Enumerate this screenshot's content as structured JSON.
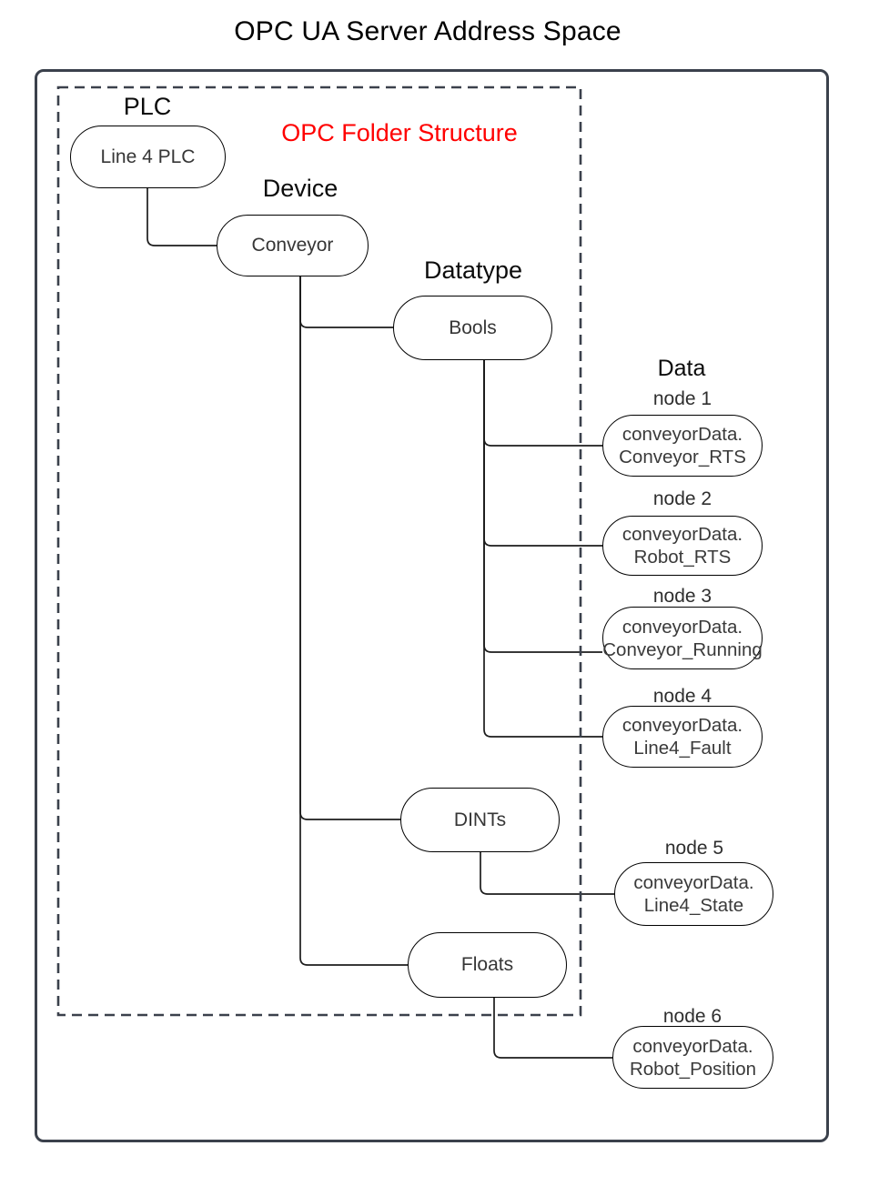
{
  "title": "OPC UA Server Address Space",
  "legend": {
    "folder_structure_label": "OPC Folder Structure"
  },
  "headers": {
    "plc": "PLC",
    "device": "Device",
    "datatype": "Datatype",
    "data": "Data"
  },
  "folder_nodes": {
    "plc": "Line 4 PLC",
    "device": "Conveyor",
    "datatypes": {
      "bools": "Bools",
      "dints": "DINTs",
      "floats": "Floats"
    }
  },
  "data_nodes": [
    {
      "label": "node 1",
      "line1": "conveyorData.",
      "line2": "Conveyor_RTS",
      "parent": "Bools"
    },
    {
      "label": "node 2",
      "line1": "conveyorData.",
      "line2": "Robot_RTS",
      "parent": "Bools"
    },
    {
      "label": "node 3",
      "line1": "conveyorData.",
      "line2": "Conveyor_Running",
      "parent": "Bools"
    },
    {
      "label": "node 4",
      "line1": "conveyorData.",
      "line2": "Line4_Fault",
      "parent": "Bools"
    },
    {
      "label": "node 5",
      "line1": "conveyorData.",
      "line2": "Line4_State",
      "parent": "DINTs"
    },
    {
      "label": "node 6",
      "line1": "conveyorData.",
      "line2": "Robot_Position",
      "parent": "Floats"
    }
  ],
  "colors": {
    "folder_label": "#ff0000",
    "frame": "#3b414c",
    "node_border": "#000000",
    "connector": "#1c1c1c",
    "background": "#ffffff"
  }
}
